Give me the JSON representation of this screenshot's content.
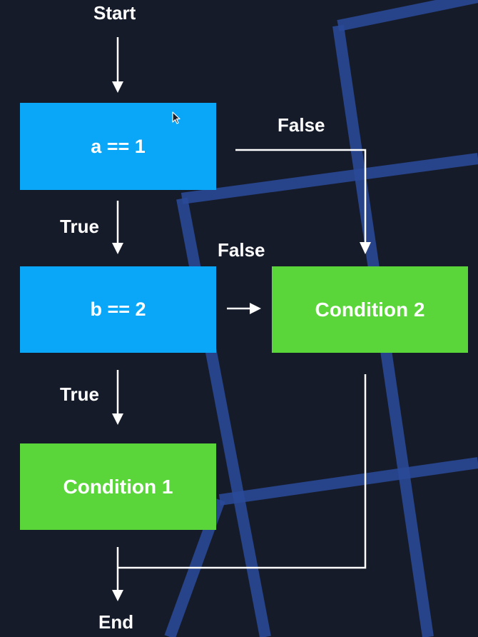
{
  "flowchart": {
    "start_label": "Start",
    "end_label": "End",
    "decision_a": "a == 1",
    "decision_b": "b == 2",
    "condition_1": "Condition 1",
    "condition_2": "Condition 2",
    "true_label_1": "True",
    "true_label_2": "True",
    "false_label_1": "False",
    "false_label_2": "False"
  },
  "colors": {
    "background": "#151b29",
    "decision_fill": "#0aa6f8",
    "condition_fill": "#5bd63a",
    "arrow": "#ffffff",
    "text": "#ffffff",
    "background_lines": "#2a4a9a"
  },
  "icons": {
    "cursor": "mouse-pointer-icon"
  }
}
